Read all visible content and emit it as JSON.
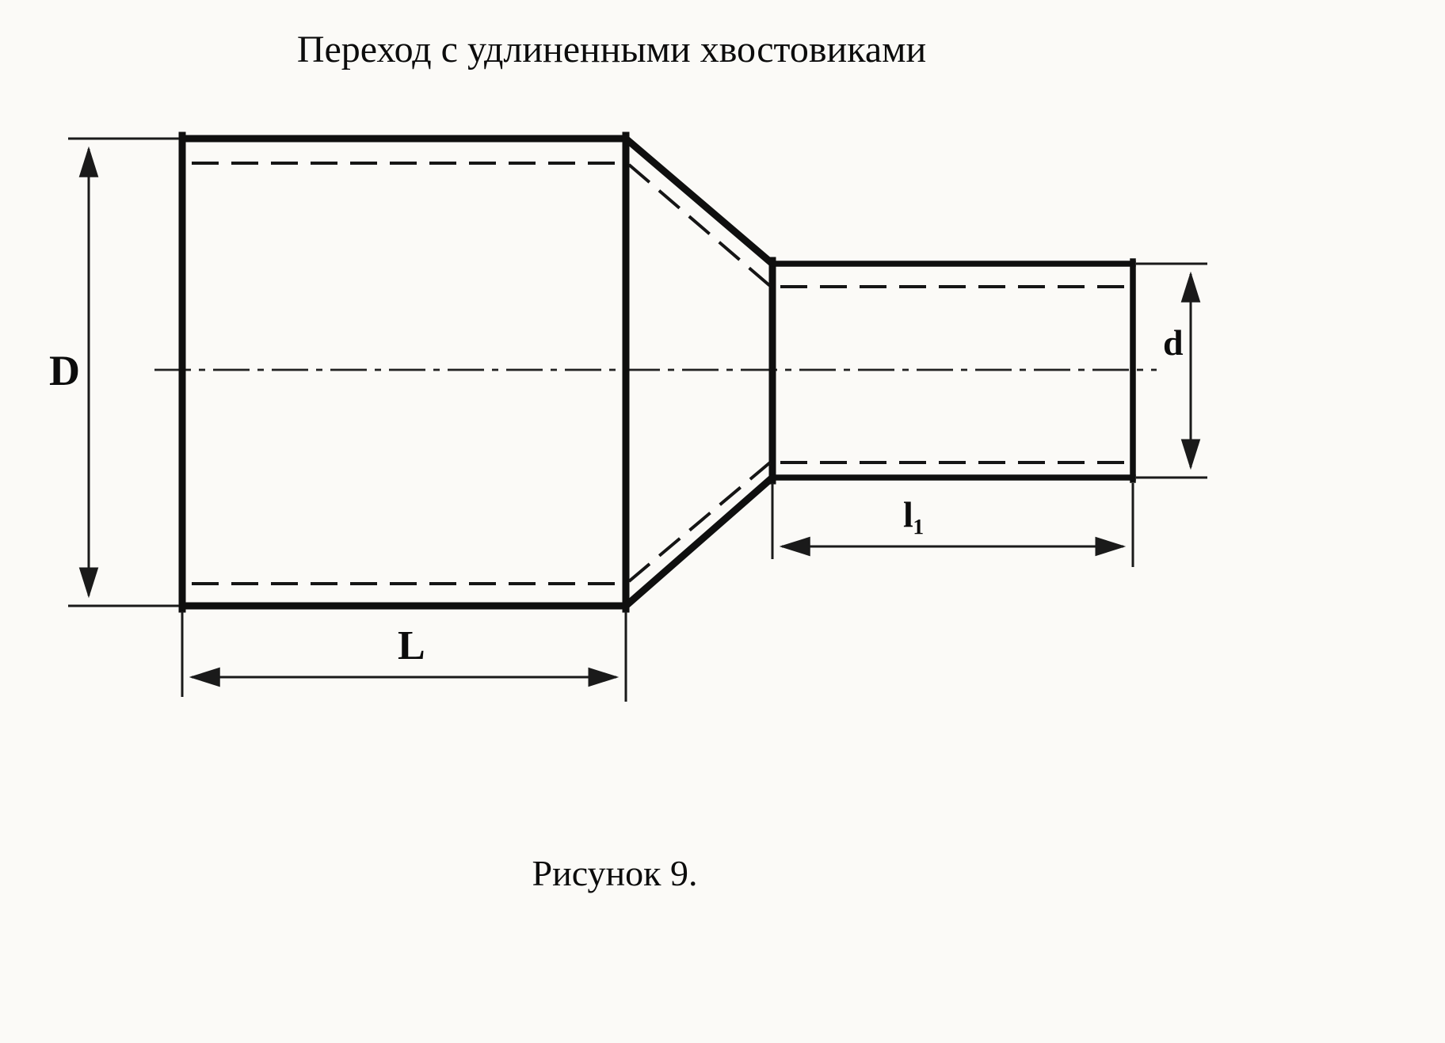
{
  "title": "Переход с удлиненными хвостовиками",
  "caption": "Рисунок 9.",
  "dimensions": {
    "large_diameter": "D",
    "small_diameter": "d",
    "large_length": "L",
    "small_length": "l₁"
  },
  "colors": {
    "line": "#0f0f0f",
    "paper": "#fbfaf7"
  }
}
